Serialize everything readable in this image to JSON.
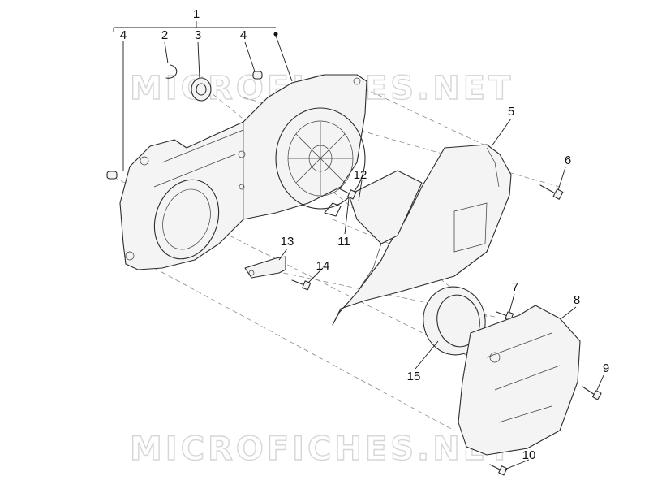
{
  "watermark": {
    "top_text": "MICROFICHES.NET",
    "bottom_text": "MICROFICHES.NET",
    "color": "#d6d6d6"
  },
  "callouts": {
    "c1": "1",
    "c2": "2",
    "c3": "3",
    "c4a": "4",
    "c4b": "4",
    "c5": "5",
    "c6": "6",
    "c7": "7",
    "c8": "8",
    "c9": "9",
    "c10": "10",
    "c11": "11",
    "c12": "12",
    "c13": "13",
    "c14": "14",
    "c15": "15"
  },
  "colors": {
    "line": "#2b2b2b",
    "dash": "#8a8a8a",
    "background": "#ffffff"
  }
}
